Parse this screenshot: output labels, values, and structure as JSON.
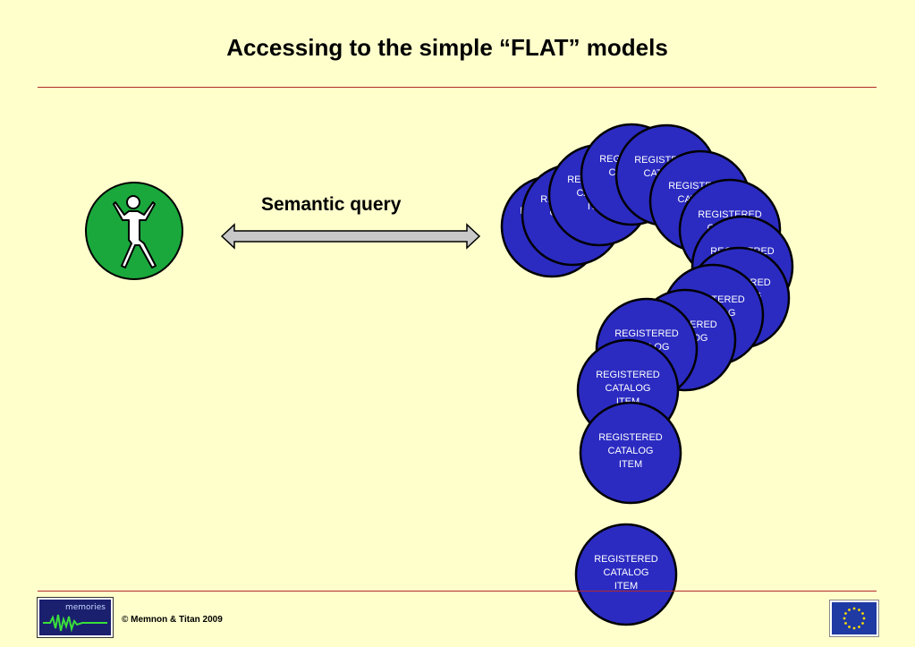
{
  "title": "Accessing to the simple “FLAT” models",
  "query_label": "Semantic query",
  "copyright": "© Memnon & Titan 2009",
  "logo_text": "memories",
  "node": {
    "line1": "REGISTERED",
    "line2": "CATALOG",
    "line3": "ITEM"
  },
  "colors": {
    "background": "#ffffcc",
    "rule": "#b22a2a",
    "node_fill": "#2b2bc2",
    "user_fill": "#1aa83c",
    "arrow_fill": "#c8c8c8"
  },
  "icons": [
    "user-stick-figure-icon",
    "double-arrow-icon",
    "eu-flag-icon",
    "memories-logo-icon"
  ]
}
